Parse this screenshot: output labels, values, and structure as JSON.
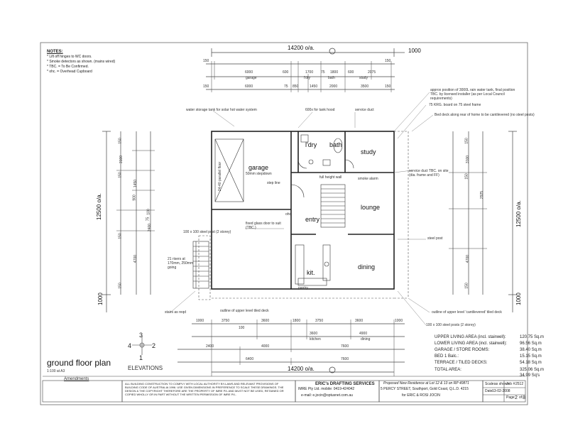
{
  "notes": {
    "heading": "NOTES:",
    "items": [
      "* Lift off hinges to WC doors.",
      "* Smoke detectors as shown. (mains wired)",
      "* TBC. = To Be Confirmed.",
      "* ohc. = Overhead Cupboard"
    ]
  },
  "dimensions": {
    "overall_width": "14200 o/a.",
    "overall_width_bottom": "14200 o/a.",
    "overall_depth_left": "12500 o/a.",
    "overall_depth_right": "12500 o/a.",
    "right_extra": "1000",
    "left_extra_bottom": "1000",
    "right_extra_bottom": "1000",
    "top_row1": [
      "150",
      "6000",
      "600",
      "1700",
      "75",
      "1800",
      "600",
      "2075",
      "150"
    ],
    "top_row2": [
      "150",
      "6000",
      "75",
      "850",
      "1450",
      "2000",
      "3500",
      "150"
    ],
    "top_row1_labels": [
      "garage",
      "l'dry",
      "bath",
      "study"
    ],
    "bottom_row1": [
      "1000",
      "3750",
      "3600",
      "1800",
      "3750",
      "3600",
      "1000"
    ],
    "bottom_row2": [
      "100",
      "3600",
      "4900"
    ],
    "bottom_row3": [
      "2400",
      "4000",
      "7600"
    ],
    "bottom_row4": [
      "6400",
      "7600"
    ],
    "bottom_row2_labels": [
      "kitchen",
      "dining"
    ],
    "left_col": [
      "150",
      "3100",
      "150",
      "1450",
      "900",
      "100",
      "75",
      "2400",
      "150",
      "4700",
      "150"
    ],
    "right_col": [
      "150",
      "3100",
      "150",
      "2925",
      "4700",
      "150"
    ]
  },
  "rooms": {
    "garage": "garage",
    "garage_sub": "50mm stepdown",
    "laundry": "l'dry",
    "bath": "bath",
    "study": "study",
    "lounge": "lounge",
    "entry": "entry",
    "kitchen": "kit.",
    "dining": "dining"
  },
  "annotations": [
    "water storage tank for solar hot water system",
    "600x for tank hood",
    "service duct",
    "approx position of 3000L rain water tank, final position TBC. by licensed installer (as per Local Council requirements)",
    "75 KRG. board on 75 steel frame",
    "Bed deck along rear of home to be cantilevered (no steel posts)",
    "service duct TBC. on site (dia. frame and FF)",
    "smoke alarm",
    "full height wall",
    "step line",
    "fixed glass door to suit (TBC.)",
    "100 x 100 steel post (2 storey)",
    "21 risers at 170mm, 250mm going",
    "stairs as reqd",
    "outline of upper level tiled deck",
    "steel post",
    "outline of upper level 'cantilevered' tiled deck",
    "100 x 100 steel posts (2 storey)",
    "24-40 parallel floor",
    "ohc",
    "pantry"
  ],
  "areas": [
    {
      "label": "UPPER LIVING AREA (incl. stairwell):",
      "value": "120.75 Sq.m"
    },
    {
      "label": "LOWER LIVING AREA (incl. stairwell):",
      "value": "96.56 Sq.m"
    },
    {
      "label": "GARAGE / STORE ROOMS:",
      "value": "38.40 Sq.m"
    },
    {
      "label": "BED 1 Balc.:",
      "value": "15.15 Sq.m"
    },
    {
      "label": "TERRACE / TILED DECKS:",
      "value": "54.18 Sq.m"
    },
    {
      "label": "TOTAL AREA:",
      "value": "325.06 Sq.m"
    },
    {
      "label": "",
      "value": "34.99 Sq's"
    }
  ],
  "plan_title": "ground floor plan",
  "plan_scale": "1:100 at A3",
  "elevations": {
    "label": "ELEVATIONS",
    "n1": "1",
    "n2": "2",
    "n3": "3",
    "n4": "4"
  },
  "title_block": {
    "amendments": "Amendments",
    "disclaimer": "ALL BUILDING CONSTRUCTION TO COMPLY WITH LOCAL AUTHORITY BY-LAWS AND RELEVANT PROVISIONS OF BUILDING CODE OF AUSTRALIA 1996. USE GIVEN DIMENSIONS IN PREFERENCE TO SCALE THESE DRAWINGS. THE DESIGN & THE COPYRIGHT THEREFORE ARE THE PROPERTY OF IMRE P/L AND MUST NOT BE USED, RETAINED OR COPIED WHOLLY OR IN PART WITHOUT THE WRITTEN PERMISSION OF IMRE P/L.",
    "company": "ERIC's DRAFTING SERVICES",
    "company_sub": "IMRE Pty Ltd.  mobile: 0419-424042",
    "email": "e-mail: e.jocin@optusnet.com.au",
    "project": "Proposed New Residence at Lot 12 & 13 on RP 40871",
    "address": "5 PERCY STREET, Southport, Gold Coast, Q.L.D. 4215",
    "client": "for ERIC & ROSI JOCIN",
    "scale_label": "Scale:",
    "scale_value": "as shown",
    "job_label": "Job #:",
    "job_value": "2512",
    "date_label": "Date:",
    "date_value": "13-02-2008",
    "page_label": "Page",
    "page_value": "2",
    "of_label": "of",
    "of_value": "8"
  }
}
